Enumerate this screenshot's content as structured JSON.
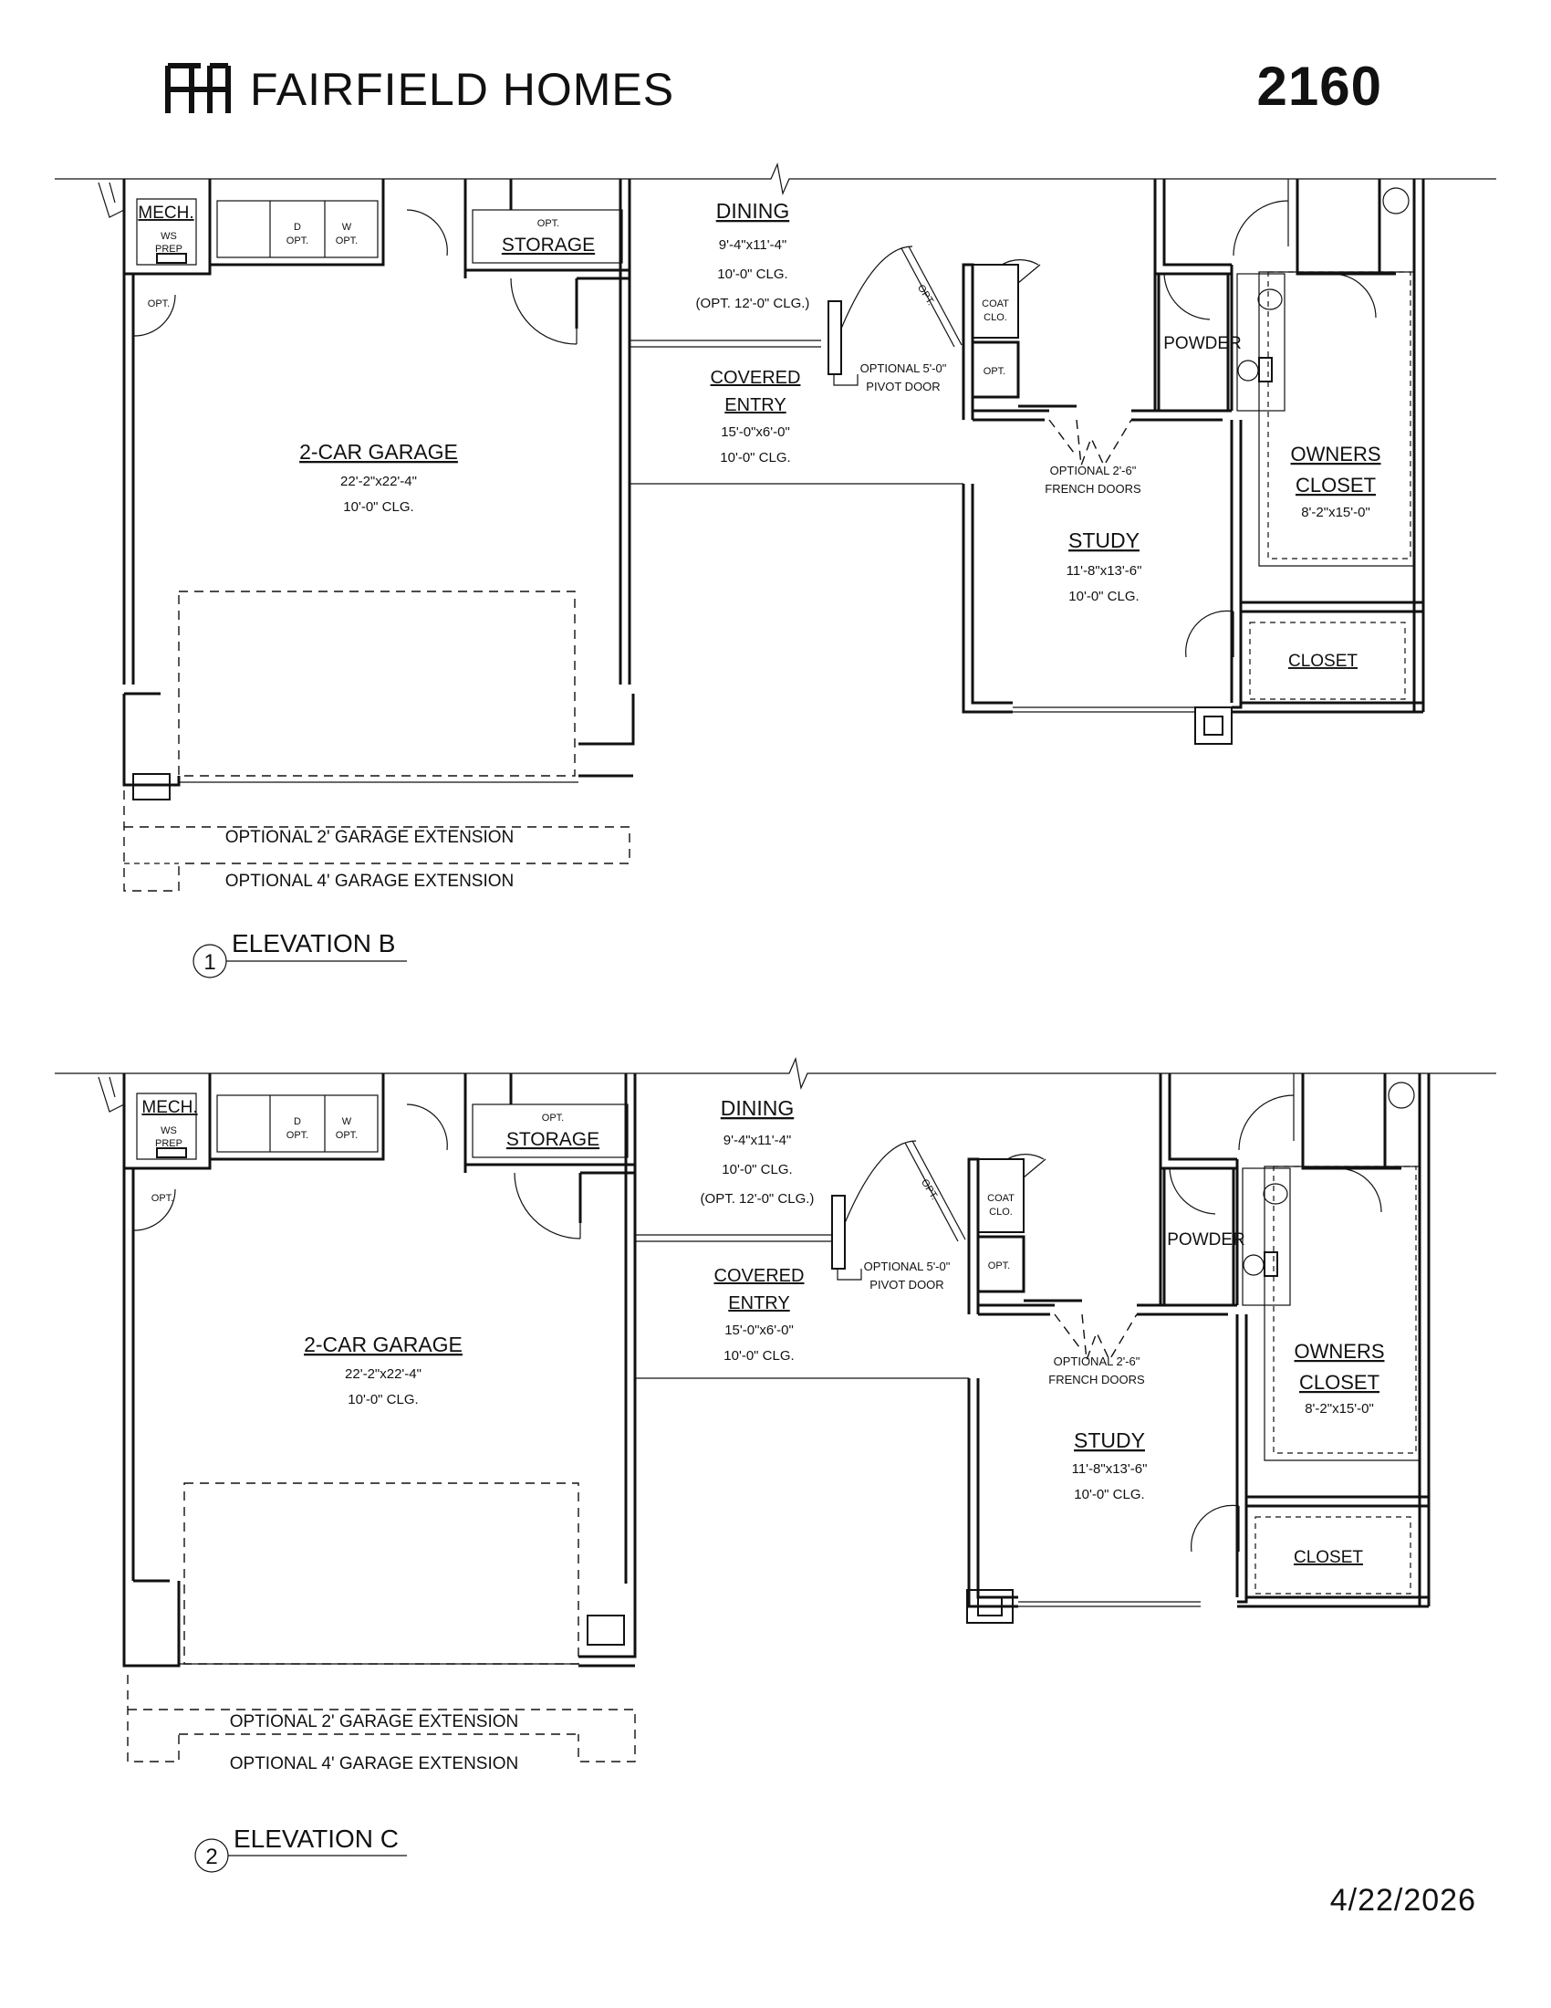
{
  "header": {
    "brand": "FAIRFIELD HOMES",
    "plan_number": "2160",
    "date": "4/22/2026",
    "logo_icon": "fh-monogram-icon"
  },
  "plans": [
    {
      "elevation": {
        "number": "1",
        "name": "ELEVATION B"
      },
      "rooms": {
        "mech": "MECH.",
        "ws_prep_1": "WS",
        "ws_prep_2": "PREP",
        "washer_dryer_d": "D",
        "washer_dryer_w": "W",
        "opt": "OPT.",
        "storage": "STORAGE",
        "dining_name": "DINING",
        "dining_dim": "9'-4\"x11'-4\"",
        "dining_clg": "10'-0\" CLG.",
        "dining_opt": "(OPT. 12'-0\" CLG.)",
        "entry_name_1": "COVERED",
        "entry_name_2": "ENTRY",
        "entry_dim": "15'-0\"x6'-0\"",
        "entry_clg": "10'-0\" CLG.",
        "pivot_1": "OPTIONAL 5'-0\"",
        "pivot_2": "PIVOT DOOR",
        "garage_name": "2-CAR GARAGE",
        "garage_dim": "22'-2\"x22'-4\"",
        "garage_clg": "10'-0\" CLG.",
        "coat_1": "COAT",
        "coat_2": "CLO.",
        "powder": "POWDER",
        "french_1": "OPTIONAL 2'-6\"",
        "french_2": "FRENCH DOORS",
        "study_name": "STUDY",
        "study_dim": "11'-8\"x13'-6\"",
        "study_clg": "10'-0\" CLG.",
        "owners_1": "OWNERS",
        "owners_2": "CLOSET",
        "owners_dim": "8'-2\"x15'-0\"",
        "closet": "CLOSET",
        "ext2": "OPTIONAL 2' GARAGE EXTENSION",
        "ext4": "OPTIONAL 4' GARAGE EXTENSION"
      }
    },
    {
      "elevation": {
        "number": "2",
        "name": "ELEVATION C"
      },
      "rooms": {
        "mech": "MECH.",
        "ws_prep_1": "WS",
        "ws_prep_2": "PREP",
        "washer_dryer_d": "D",
        "washer_dryer_w": "W",
        "opt": "OPT.",
        "storage": "STORAGE",
        "dining_name": "DINING",
        "dining_dim": "9'-4\"x11'-4\"",
        "dining_clg": "10'-0\" CLG.",
        "dining_opt": "(OPT. 12'-0\" CLG.)",
        "entry_name_1": "COVERED",
        "entry_name_2": "ENTRY",
        "entry_dim": "15'-0\"x6'-0\"",
        "entry_clg": "10'-0\" CLG.",
        "pivot_1": "OPTIONAL 5'-0\"",
        "pivot_2": "PIVOT DOOR",
        "garage_name": "2-CAR GARAGE",
        "garage_dim": "22'-2\"x22'-4\"",
        "garage_clg": "10'-0\" CLG.",
        "coat_1": "COAT",
        "coat_2": "CLO.",
        "powder": "POWDER",
        "french_1": "OPTIONAL 2'-6\"",
        "french_2": "FRENCH DOORS",
        "study_name": "STUDY",
        "study_dim": "11'-8\"x13'-6\"",
        "study_clg": "10'-0\" CLG.",
        "owners_1": "OWNERS",
        "owners_2": "CLOSET",
        "owners_dim": "8'-2\"x15'-0\"",
        "closet": "CLOSET",
        "ext2": "OPTIONAL 2' GARAGE EXTENSION",
        "ext4": "OPTIONAL 4' GARAGE EXTENSION"
      }
    }
  ]
}
